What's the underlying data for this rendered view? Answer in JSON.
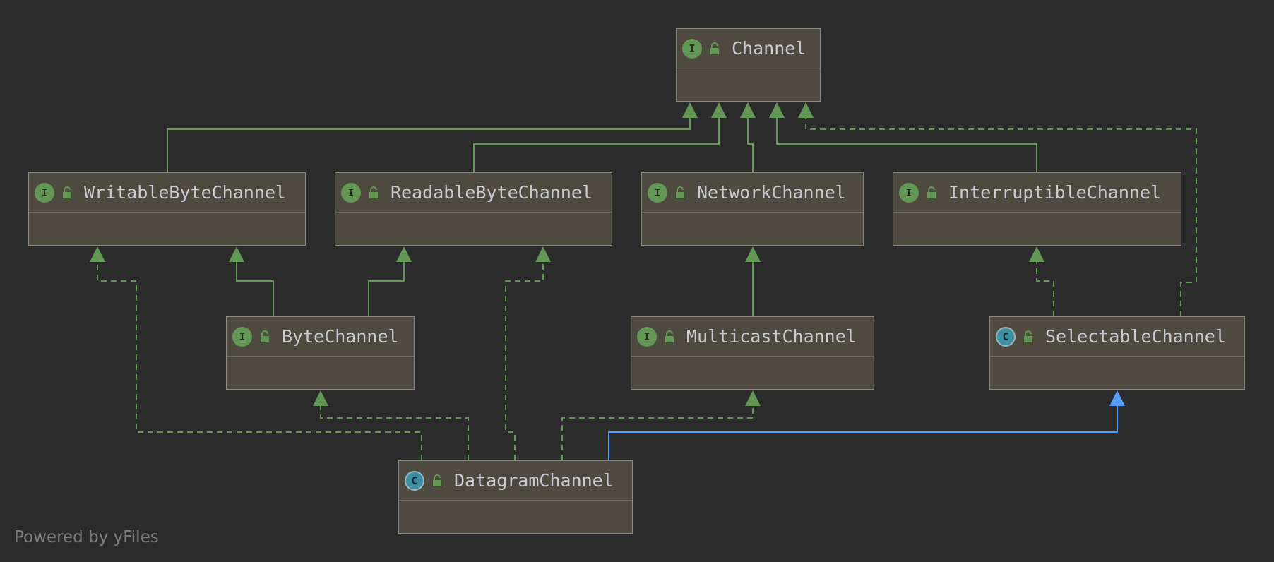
{
  "nodes": {
    "channel": {
      "label": "Channel",
      "kind": "interface",
      "icon": "interface-icon"
    },
    "writable": {
      "label": "WritableByteChannel",
      "kind": "interface",
      "icon": "interface-icon"
    },
    "readable": {
      "label": "ReadableByteChannel",
      "kind": "interface",
      "icon": "interface-icon"
    },
    "network": {
      "label": "NetworkChannel",
      "kind": "interface",
      "icon": "interface-icon"
    },
    "interruptible": {
      "label": "InterruptibleChannel",
      "kind": "interface",
      "icon": "interface-icon"
    },
    "byte": {
      "label": "ByteChannel",
      "kind": "interface",
      "icon": "interface-icon"
    },
    "multicast": {
      "label": "MulticastChannel",
      "kind": "interface",
      "icon": "interface-icon"
    },
    "selectable": {
      "label": "SelectableChannel",
      "kind": "abstract-class",
      "icon": "abstract-class-icon"
    },
    "datagram": {
      "label": "DatagramChannel",
      "kind": "abstract-class",
      "icon": "abstract-class-icon"
    }
  },
  "icon_letters": {
    "interface": "I",
    "class": "C"
  },
  "edges": [
    {
      "from": "writable",
      "to": "channel",
      "type": "extends"
    },
    {
      "from": "readable",
      "to": "channel",
      "type": "extends"
    },
    {
      "from": "network",
      "to": "channel",
      "type": "extends"
    },
    {
      "from": "interruptible",
      "to": "channel",
      "type": "extends"
    },
    {
      "from": "selectable",
      "to": "channel",
      "type": "implements"
    },
    {
      "from": "byte",
      "to": "writable",
      "type": "extends"
    },
    {
      "from": "byte",
      "to": "readable",
      "type": "extends"
    },
    {
      "from": "multicast",
      "to": "network",
      "type": "extends"
    },
    {
      "from": "selectable",
      "to": "interruptible",
      "type": "implements"
    },
    {
      "from": "datagram",
      "to": "writable",
      "type": "implements"
    },
    {
      "from": "datagram",
      "to": "byte",
      "type": "implements"
    },
    {
      "from": "datagram",
      "to": "readable",
      "type": "implements"
    },
    {
      "from": "datagram",
      "to": "multicast",
      "type": "implements"
    },
    {
      "from": "datagram",
      "to": "selectable",
      "type": "class-extends"
    }
  ],
  "colors": {
    "background": "#2b2b2b",
    "node_fill": "#4e4a3f",
    "interface_edge": "#629755",
    "class_edge": "#589df6",
    "interface_icon": "#629755",
    "class_icon": "#3f8fa3"
  },
  "footer": "Powered by yFiles"
}
